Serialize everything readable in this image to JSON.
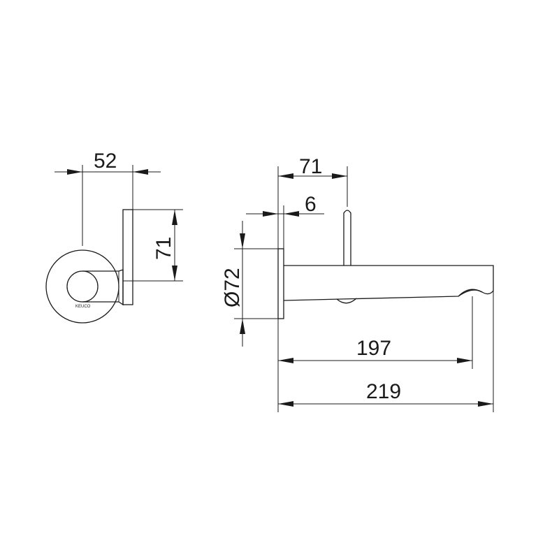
{
  "front_view": {
    "width_dim": "52",
    "height_dim": "71",
    "logo": "KEUCO"
  },
  "side_view": {
    "lever_offset_dim": "71",
    "rosette_thickness_dim": "6",
    "rosette_diameter_dim": "Ø72",
    "outlet_reach_dim": "197",
    "total_length_dim": "219"
  },
  "colors": {
    "line": "#1a1a1a",
    "background": "#ffffff"
  }
}
